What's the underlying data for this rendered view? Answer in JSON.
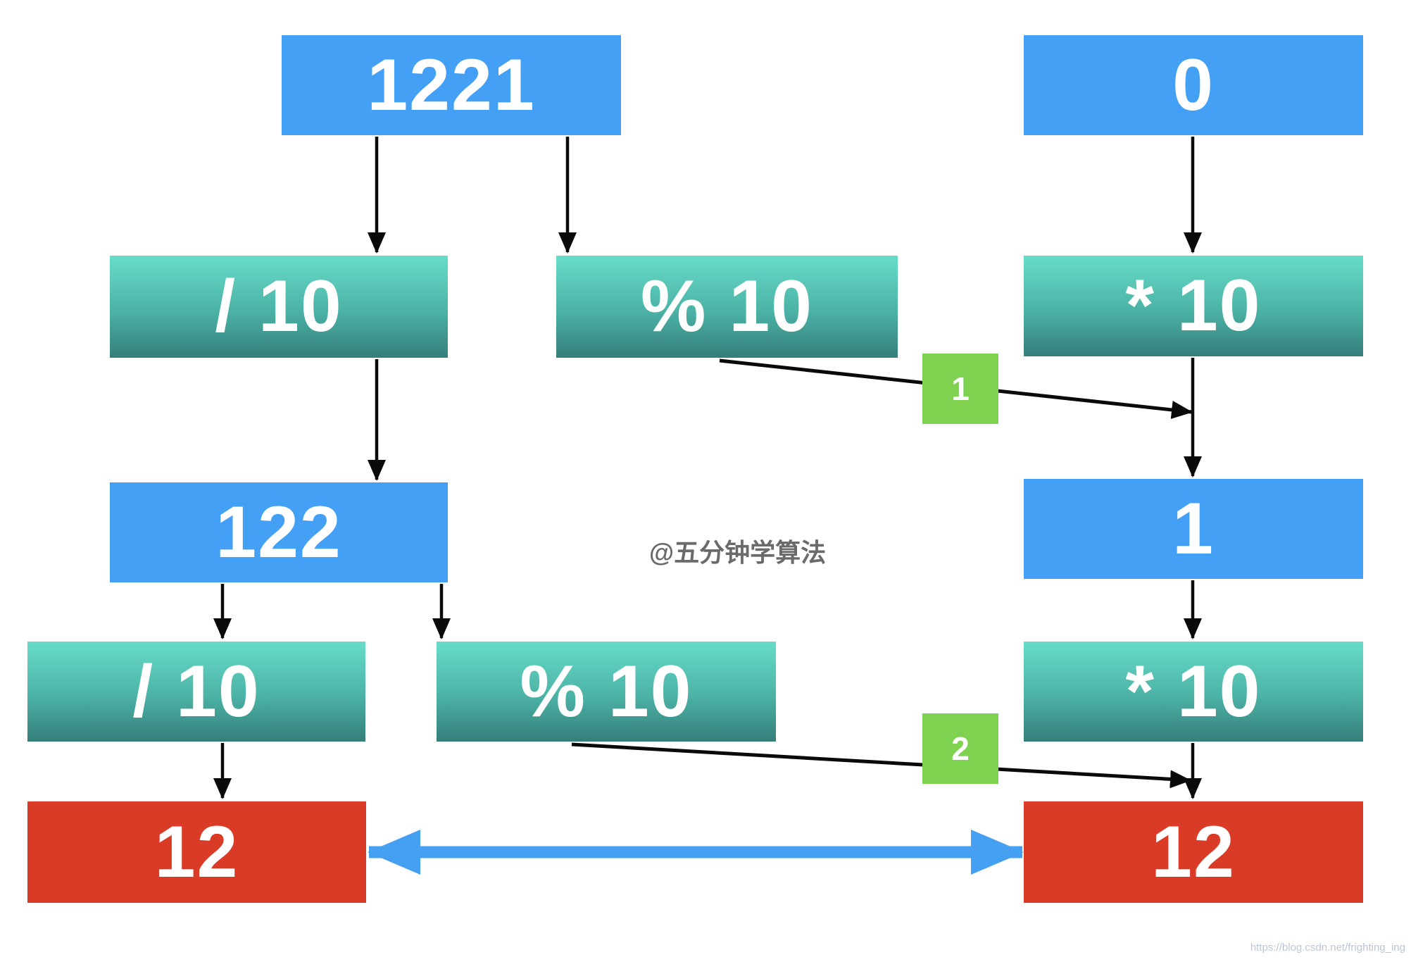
{
  "diagram": {
    "description_note": "@五分钟学算法",
    "watermark": "https://blog.csdn.net/frighting_ing",
    "boxes": {
      "n1221": {
        "label": "1221"
      },
      "n0": {
        "label": "0"
      },
      "div10_top": {
        "label": "/ 10"
      },
      "mod10_top": {
        "label": "% 10"
      },
      "mul10_top": {
        "label": "* 10"
      },
      "n122": {
        "label": "122"
      },
      "n1": {
        "label": "1"
      },
      "div10_bottom": {
        "label": "/ 10"
      },
      "mod10_bottom": {
        "label": "% 10"
      },
      "mul10_bottom": {
        "label": "* 10"
      },
      "n12_left": {
        "label": "12"
      },
      "n12_right": {
        "label": "12"
      }
    },
    "step_badges": {
      "step1": {
        "label": "1"
      },
      "step2": {
        "label": "2"
      }
    },
    "colors": {
      "blue_box": "#43A0F4",
      "teal_box_top": "#68DCC9",
      "teal_box_bottom": "#357E7A",
      "red_box": "#D93B26",
      "green_badge": "#7FD250",
      "black_arrow": "#0A0A0A",
      "blue_double_arrow": "#45A0F2",
      "note_text": "#6A6A6A",
      "watermark_text": "#BCC6D4"
    }
  }
}
